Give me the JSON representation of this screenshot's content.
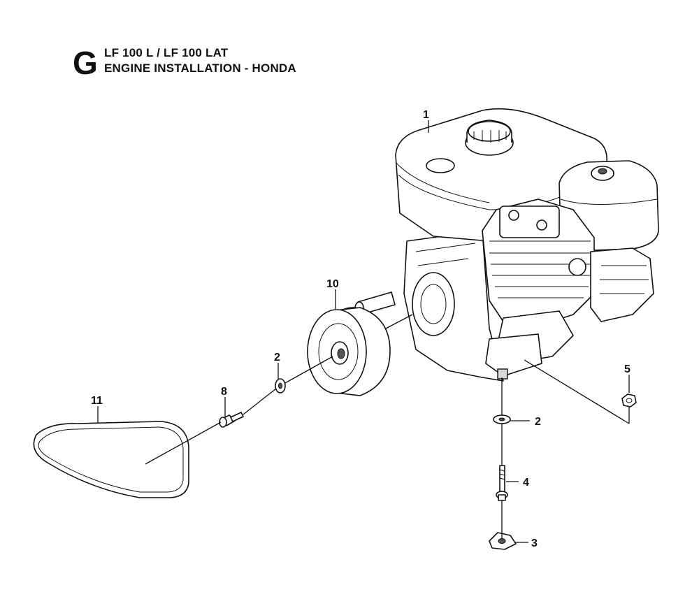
{
  "header": {
    "section_letter": "G",
    "title_line1": "LF 100 L / LF 100 LAT",
    "title_line2": "ENGINE INSTALLATION - HONDA"
  },
  "callouts": {
    "engine": "1",
    "washer_upper": "2",
    "washer_right": "2",
    "nut_plate": "3",
    "bolt_long": "4",
    "nut": "5",
    "bolt_short": "8",
    "pulley": "10",
    "belt": "11"
  }
}
